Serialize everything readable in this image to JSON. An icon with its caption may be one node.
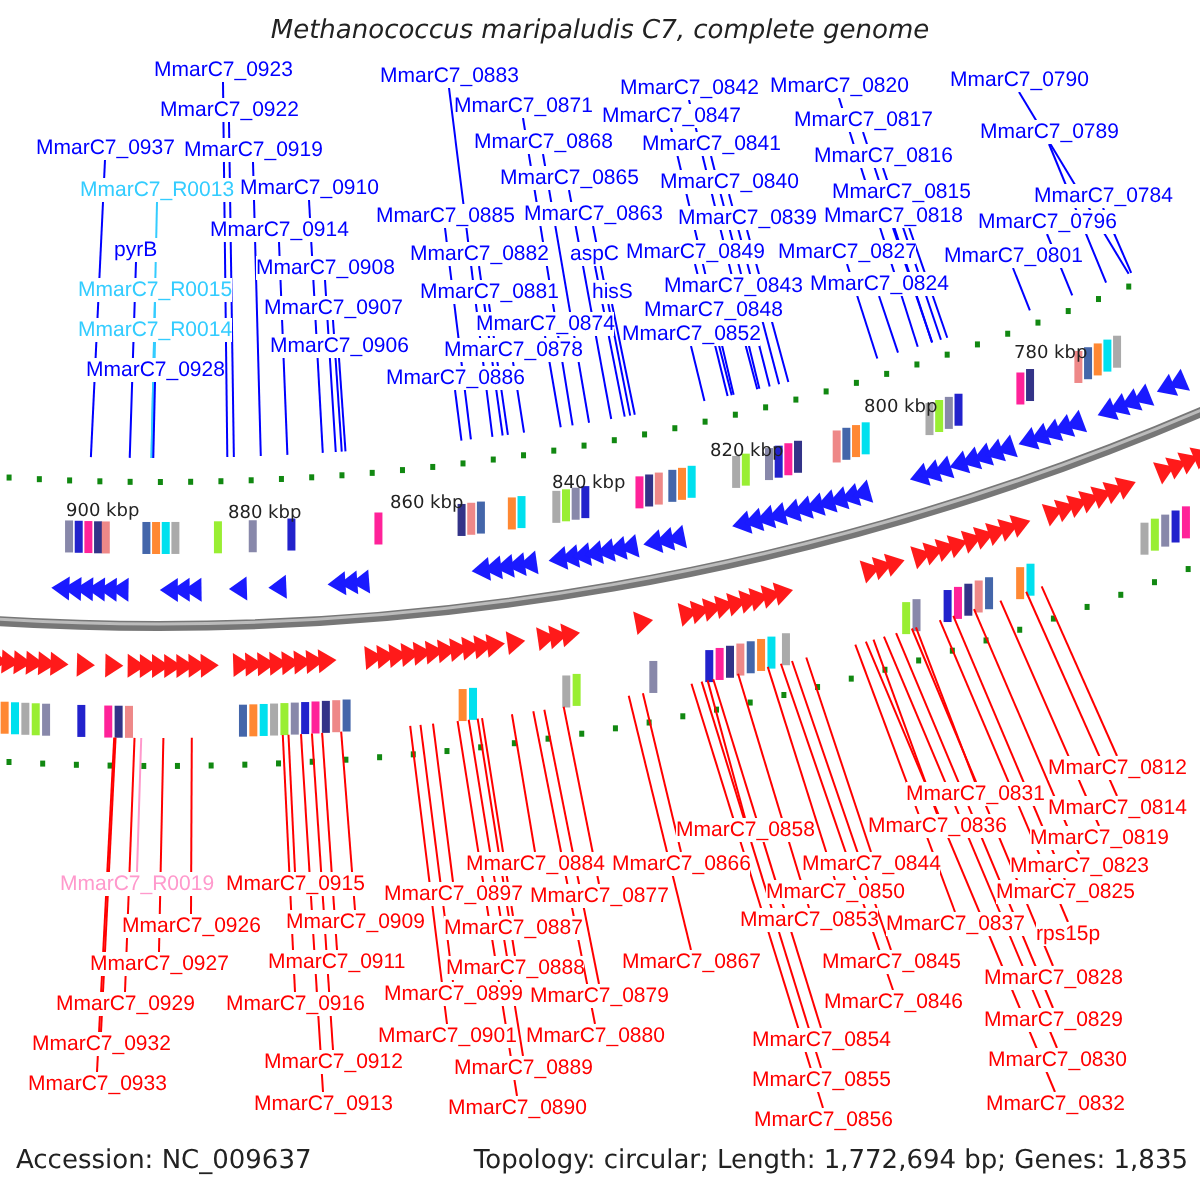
{
  "diagram": {
    "title": "Methanococcus maripaludis C7, complete genome",
    "nodes": [
      {
        "text": [
          "MmarC7_0923"
        ]
      },
      {
        "text": [
          "MmarC7_0883"
        ]
      },
      {
        "text": [
          "MmarC7_0790"
        ]
      },
      {
        "text": [
          "MmarC7_0820"
        ]
      },
      {
        "text": [
          "MmarC7_0842"
        ]
      },
      {
        "text": [
          "MmarC7_0871"
        ]
      },
      {
        "text": [
          "MmarC7_0922"
        ]
      },
      {
        "text": [
          "MmarC7_0847"
        ]
      },
      {
        "text": [
          "MmarC7_0817"
        ]
      },
      {
        "text": [
          "MmarC7_0789"
        ]
      },
      {
        "text": [
          "MmarC7_0868"
        ]
      },
      {
        "text": [
          "MmarC7_0841"
        ]
      },
      {
        "text": [
          "MmarC7_0937"
        ]
      },
      {
        "text": [
          "MmarC7_0919"
        ]
      },
      {
        "text": [
          "MmarC7_0816"
        ]
      },
      {
        "text": [
          "MmarC7_0865"
        ]
      },
      {
        "text": [
          "MmarC7_0840"
        ]
      },
      {
        "text": [
          "MmarC7_0910"
        ]
      },
      {
        "text": [
          "MmarC7_R0013"
        ]
      },
      {
        "text": [
          "MmarC7_0815"
        ]
      },
      {
        "text": [
          "MmarC7_0784"
        ]
      },
      {
        "text": [
          "MmarC7_0863"
        ]
      },
      {
        "text": [
          "MmarC7_0885"
        ]
      },
      {
        "text": [
          "MmarC7_0818"
        ]
      },
      {
        "text": [
          "MmarC7_0839"
        ]
      },
      {
        "text": [
          "MmarC7_0796"
        ]
      },
      {
        "text": [
          "MmarC7_0914"
        ]
      },
      {
        "text": [
          "pyrB"
        ]
      },
      {
        "text": [
          "MmarC7_0849"
        ]
      },
      {
        "text": [
          "MmarC7_0827"
        ]
      },
      {
        "text": [
          "aspC"
        ]
      },
      {
        "text": [
          "MmarC7_0882"
        ]
      },
      {
        "text": [
          "MmarC7_0801"
        ]
      },
      {
        "text": [
          "MmarC7_0908"
        ]
      },
      {
        "text": [
          "MmarC7_0843"
        ]
      },
      {
        "text": [
          "MmarC7_0824"
        ]
      },
      {
        "text": [
          "MmarC7_R0015"
        ]
      },
      {
        "text": [
          "MmarC7_0881"
        ]
      },
      {
        "text": [
          "hisS"
        ]
      },
      {
        "text": [
          "MmarC7_0907"
        ]
      },
      {
        "text": [
          "MmarC7_0848"
        ]
      },
      {
        "text": [
          "MmarC7_0874"
        ]
      },
      {
        "text": [
          "MmarC7_R0014"
        ]
      },
      {
        "text": [
          "MmarC7_0852"
        ]
      },
      {
        "text": [
          "MmarC7_0906"
        ]
      },
      {
        "text": [
          "MmarC7_0878"
        ]
      },
      {
        "text": [
          "MmarC7_0928"
        ]
      },
      {
        "text": [
          "MmarC7_0886"
        ]
      },
      {
        "text": [
          "MmarC7_0812"
        ]
      },
      {
        "text": [
          "MmarC7_0831"
        ]
      },
      {
        "text": [
          "MmarC7_0814"
        ]
      },
      {
        "text": [
          "MmarC7_0858"
        ]
      },
      {
        "text": [
          "MmarC7_0836"
        ]
      },
      {
        "text": [
          "MmarC7_0819"
        ]
      },
      {
        "text": [
          "MmarC7_0884"
        ]
      },
      {
        "text": [
          "MmarC7_0866"
        ]
      },
      {
        "text": [
          "MmarC7_0844"
        ]
      },
      {
        "text": [
          "MmarC7_0823"
        ]
      },
      {
        "text": [
          "MmarC7_R0019"
        ]
      },
      {
        "text": [
          "MmarC7_0915"
        ]
      },
      {
        "text": [
          "MmarC7_0850"
        ]
      },
      {
        "text": [
          "MmarC7_0825"
        ]
      },
      {
        "text": [
          "MmarC7_0897"
        ]
      },
      {
        "text": [
          "MmarC7_0877"
        ]
      },
      {
        "text": [
          "MmarC7_0853"
        ]
      },
      {
        "text": [
          "MmarC7_0926"
        ]
      },
      {
        "text": [
          "MmarC7_0909"
        ]
      },
      {
        "text": [
          "MmarC7_0837"
        ]
      },
      {
        "text": [
          "MmarC7_0887"
        ]
      },
      {
        "text": [
          "rps15p"
        ]
      },
      {
        "text": [
          "MmarC7_0867"
        ]
      },
      {
        "text": [
          "MmarC7_0845"
        ]
      },
      {
        "text": [
          "MmarC7_0927"
        ]
      },
      {
        "text": [
          "MmarC7_0911"
        ]
      },
      {
        "text": [
          "MmarC7_0888"
        ]
      },
      {
        "text": [
          "MmarC7_0828"
        ]
      },
      {
        "text": [
          "MmarC7_0899"
        ]
      },
      {
        "text": [
          "MmarC7_0879"
        ]
      },
      {
        "text": [
          "MmarC7_0846"
        ]
      },
      {
        "text": [
          "MmarC7_0929"
        ]
      },
      {
        "text": [
          "MmarC7_0916"
        ]
      },
      {
        "text": [
          "MmarC7_0829"
        ]
      },
      {
        "text": [
          "MmarC7_0901"
        ]
      },
      {
        "text": [
          "MmarC7_0880"
        ]
      },
      {
        "text": [
          "MmarC7_0854"
        ]
      },
      {
        "text": [
          "MmarC7_0932"
        ]
      },
      {
        "text": [
          "MmarC7_0830"
        ]
      },
      {
        "text": [
          "MmarC7_0912"
        ]
      },
      {
        "text": [
          "MmarC7_0889"
        ]
      },
      {
        "text": [
          "MmarC7_0855"
        ]
      },
      {
        "text": [
          "MmarC7_0933"
        ]
      },
      {
        "text": [
          "MmarC7_0913"
        ]
      },
      {
        "text": [
          "MmarC7_0832"
        ]
      },
      {
        "text": [
          "MmarC7_0890"
        ]
      },
      {
        "text": [
          "MmarC7_0856"
        ]
      }
    ],
    "edges": [
      {
        "from": 0,
        "to": null,
        "arrow": "none",
        "color": "#0000ff"
      },
      {
        "from": 1,
        "to": null,
        "arrow": "none",
        "color": "#0000ff"
      },
      {
        "from": 2,
        "to": null,
        "arrow": "none",
        "color": "#0000ff"
      },
      {
        "from": 3,
        "to": null,
        "arrow": "none",
        "color": "#0000ff"
      },
      {
        "from": 4,
        "to": null,
        "arrow": "none",
        "color": "#0000ff"
      },
      {
        "from": 5,
        "to": null,
        "arrow": "none",
        "color": "#0000ff"
      },
      {
        "from": 6,
        "to": null,
        "arrow": "none",
        "color": "#0000ff"
      },
      {
        "from": 7,
        "to": null,
        "arrow": "none",
        "color": "#0000ff"
      },
      {
        "from": 8,
        "to": null,
        "arrow": "none",
        "color": "#0000ff"
      },
      {
        "from": 9,
        "to": null,
        "arrow": "none",
        "color": "#0000ff"
      },
      {
        "from": 10,
        "to": null,
        "arrow": "none",
        "color": "#0000ff"
      },
      {
        "from": 11,
        "to": null,
        "arrow": "none",
        "color": "#0000ff"
      },
      {
        "from": 12,
        "to": null,
        "arrow": "none",
        "color": "#0000ff"
      },
      {
        "from": 13,
        "to": null,
        "arrow": "none",
        "color": "#0000ff"
      },
      {
        "from": 14,
        "to": null,
        "arrow": "none",
        "color": "#0000ff"
      },
      {
        "from": 15,
        "to": null,
        "arrow": "none",
        "color": "#0000ff"
      },
      {
        "from": 16,
        "to": null,
        "arrow": "none",
        "color": "#0000ff"
      },
      {
        "from": 17,
        "to": null,
        "arrow": "none",
        "color": "#0000ff"
      },
      {
        "from": 18,
        "to": null,
        "arrow": "none",
        "color": "#33ccff"
      },
      {
        "from": 19,
        "to": null,
        "arrow": "none",
        "color": "#0000ff"
      },
      {
        "from": 20,
        "to": null,
        "arrow": "none",
        "color": "#0000ff"
      },
      {
        "from": 21,
        "to": null,
        "arrow": "none",
        "color": "#0000ff"
      },
      {
        "from": 22,
        "to": null,
        "arrow": "none",
        "color": "#0000ff"
      },
      {
        "from": 23,
        "to": null,
        "arrow": "none",
        "color": "#0000ff"
      },
      {
        "from": 24,
        "to": null,
        "arrow": "none",
        "color": "#0000ff"
      },
      {
        "from": 25,
        "to": null,
        "arrow": "none",
        "color": "#0000ff"
      },
      {
        "from": 26,
        "to": null,
        "arrow": "none",
        "color": "#0000ff"
      },
      {
        "from": 27,
        "to": null,
        "arrow": "none",
        "color": "#0000ff"
      },
      {
        "from": 28,
        "to": null,
        "arrow": "none",
        "color": "#0000ff"
      },
      {
        "from": 29,
        "to": null,
        "arrow": "none",
        "color": "#0000ff"
      },
      {
        "from": 30,
        "to": null,
        "arrow": "none",
        "color": "#0000ff"
      },
      {
        "from": 31,
        "to": null,
        "arrow": "none",
        "color": "#0000ff"
      },
      {
        "from": 32,
        "to": null,
        "arrow": "none",
        "color": "#0000ff"
      },
      {
        "from": 33,
        "to": null,
        "arrow": "none",
        "color": "#0000ff"
      },
      {
        "from": 34,
        "to": null,
        "arrow": "none",
        "color": "#0000ff"
      },
      {
        "from": 35,
        "to": null,
        "arrow": "none",
        "color": "#0000ff"
      },
      {
        "from": 36,
        "to": null,
        "arrow": "none",
        "color": "#33ccff"
      },
      {
        "from": 37,
        "to": null,
        "arrow": "none",
        "color": "#0000ff"
      },
      {
        "from": 38,
        "to": null,
        "arrow": "none",
        "color": "#0000ff"
      },
      {
        "from": 39,
        "to": null,
        "arrow": "none",
        "color": "#0000ff"
      },
      {
        "from": 40,
        "to": null,
        "arrow": "none",
        "color": "#0000ff"
      },
      {
        "from": 41,
        "to": null,
        "arrow": "none",
        "color": "#0000ff"
      },
      {
        "from": 42,
        "to": null,
        "arrow": "none",
        "color": "#33ccff"
      },
      {
        "from": 43,
        "to": null,
        "arrow": "none",
        "color": "#0000ff"
      },
      {
        "from": 44,
        "to": null,
        "arrow": "none",
        "color": "#0000ff"
      },
      {
        "from": 45,
        "to": null,
        "arrow": "none",
        "color": "#0000ff"
      },
      {
        "from": 46,
        "to": null,
        "arrow": "none",
        "color": "#0000ff"
      },
      {
        "from": 47,
        "to": null,
        "arrow": "none",
        "color": "#0000ff"
      },
      {
        "from": 48,
        "to": null,
        "arrow": "none"
      },
      {
        "from": 49,
        "to": null,
        "arrow": "none"
      },
      {
        "from": 50,
        "to": null,
        "arrow": "none"
      },
      {
        "from": 51,
        "to": null,
        "arrow": "none"
      },
      {
        "from": 52,
        "to": null,
        "arrow": "none"
      },
      {
        "from": 53,
        "to": null,
        "arrow": "none"
      },
      {
        "from": 54,
        "to": null,
        "arrow": "none"
      },
      {
        "from": 55,
        "to": null,
        "arrow": "none"
      },
      {
        "from": 56,
        "to": null,
        "arrow": "none"
      },
      {
        "from": 57,
        "to": null,
        "arrow": "none"
      },
      {
        "from": 58,
        "to": null,
        "arrow": "none",
        "color": "#ff99cc"
      },
      {
        "from": 59,
        "to": null,
        "arrow": "none"
      },
      {
        "from": 60,
        "to": null,
        "arrow": "none"
      },
      {
        "from": 61,
        "to": null,
        "arrow": "none"
      },
      {
        "from": 62,
        "to": null,
        "arrow": "none"
      },
      {
        "from": 63,
        "to": null,
        "arrow": "none"
      },
      {
        "from": 64,
        "to": null,
        "arrow": "none"
      },
      {
        "from": 65,
        "to": null,
        "arrow": "none"
      },
      {
        "from": 66,
        "to": null,
        "arrow": "none"
      },
      {
        "from": 67,
        "to": null,
        "arrow": "none"
      },
      {
        "from": 68,
        "to": null,
        "arrow": "none"
      },
      {
        "from": 69,
        "to": null,
        "arrow": "none"
      },
      {
        "from": 70,
        "to": null,
        "arrow": "none"
      },
      {
        "from": 71,
        "to": null,
        "arrow": "none"
      },
      {
        "from": 72,
        "to": null,
        "arrow": "none"
      },
      {
        "from": 73,
        "to": null,
        "arrow": "none"
      },
      {
        "from": 74,
        "to": null,
        "arrow": "none"
      },
      {
        "from": 75,
        "to": null,
        "arrow": "none"
      },
      {
        "from": 76,
        "to": null,
        "arrow": "none"
      },
      {
        "from": 77,
        "to": null,
        "arrow": "none"
      },
      {
        "from": 78,
        "to": null,
        "arrow": "none"
      },
      {
        "from": 79,
        "to": null,
        "arrow": "none"
      },
      {
        "from": 80,
        "to": null,
        "arrow": "none"
      },
      {
        "from": 81,
        "to": null,
        "arrow": "none"
      },
      {
        "from": 82,
        "to": null,
        "arrow": "none"
      },
      {
        "from": 83,
        "to": null,
        "arrow": "none"
      },
      {
        "from": 84,
        "to": null,
        "arrow": "none"
      },
      {
        "from": 85,
        "to": null,
        "arrow": "none"
      },
      {
        "from": 86,
        "to": null,
        "arrow": "none"
      },
      {
        "from": 87,
        "to": null,
        "arrow": "none"
      },
      {
        "from": 88,
        "to": null,
        "arrow": "none"
      },
      {
        "from": 89,
        "to": null,
        "arrow": "none"
      },
      {
        "from": 90,
        "to": null,
        "arrow": "none"
      },
      {
        "from": 91,
        "to": null,
        "arrow": "none"
      },
      {
        "from": 92,
        "to": null,
        "arrow": "none"
      },
      {
        "from": 93,
        "to": null,
        "arrow": "none"
      },
      {
        "from": 94,
        "to": null,
        "arrow": "none"
      }
    ],
    "labels": [
      "780 kbp",
      "800 kbp",
      "820 kbp",
      "840 kbp",
      "860 kbp",
      "900 kbp",
      "880 kbp",
      "Accession: NC_009637",
      "Topology: circular; Length: 1,772,694 bp; Genes: 1,835"
    ]
  }
}
